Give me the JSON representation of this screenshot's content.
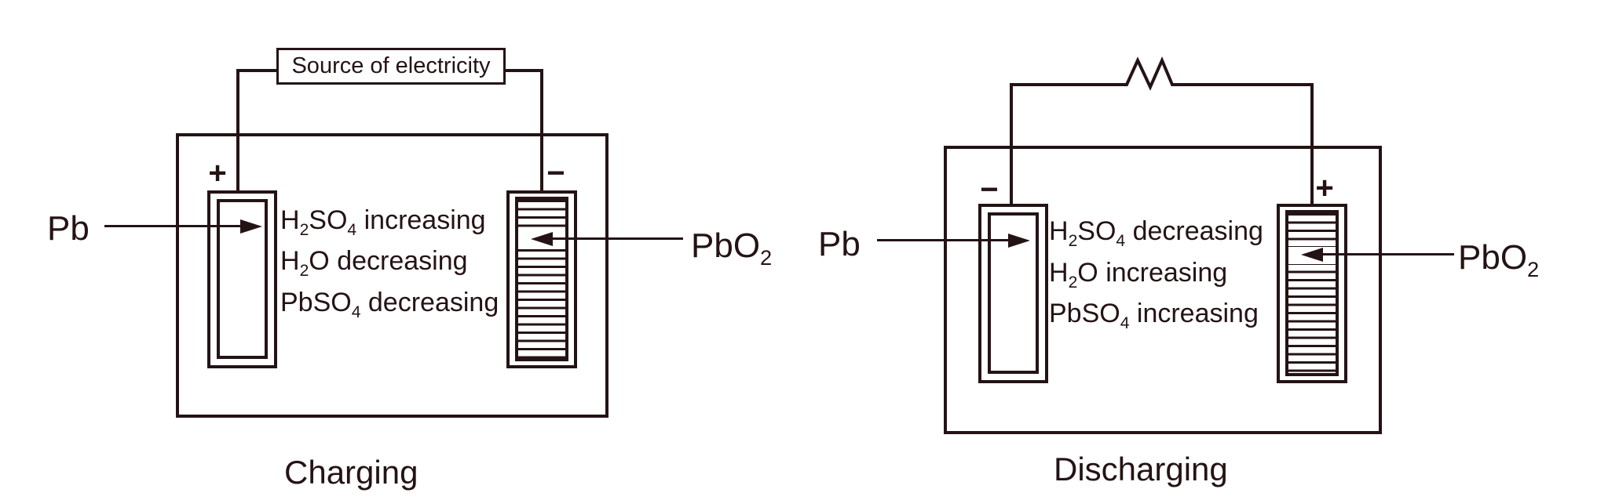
{
  "colors": {
    "ink": "#241315",
    "background": "#ffffff"
  },
  "cells": [
    {
      "id": "charging",
      "caption": "Charging",
      "circuit_label": "Source of electricity",
      "left_terminal": "+",
      "right_terminal": "−",
      "left_plate_label": "Pb",
      "right_plate_label": "PbO_2",
      "electrolyte_changes": [
        "H_2SO_4 increasing",
        "H_2O decreasing",
        "PbSO_4 decreasing"
      ]
    },
    {
      "id": "discharging",
      "caption": "Discharging",
      "left_terminal": "−",
      "right_terminal": "+",
      "left_plate_label": "Pb",
      "right_plate_label": "PbO_2",
      "electrolyte_changes": [
        "H_2SO_4 decreasing",
        "H_2O increasing",
        "PbSO_4 increasing"
      ]
    }
  ]
}
